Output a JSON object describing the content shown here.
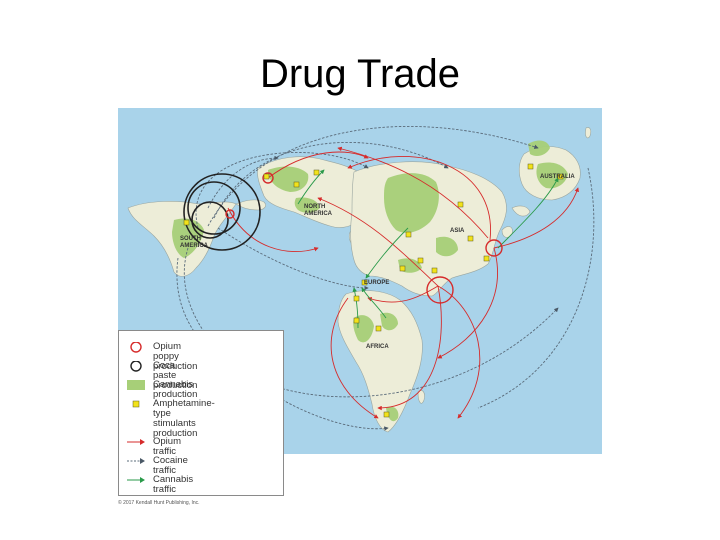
{
  "slide": {
    "title": "Drug Trade"
  },
  "map": {
    "region_labels": {
      "south_america": "SOUTH\nAMERICA",
      "north_america": "NORTH\nAMERICA",
      "asia": "ASIA",
      "europe": "EUROPE",
      "africa": "AFRICA",
      "australia": "AUSTRALIA"
    },
    "colors": {
      "ocean": "#a9d3ea",
      "land": "#ededd8",
      "cannabis": "#a7cf78",
      "opium": "#d62b2b",
      "coca": "#222222",
      "cannabis_traffic": "#2a9a4a",
      "cocaine_traffic": "#5a6b7a",
      "amphetamine": "#f2e21a"
    }
  },
  "legend": {
    "items": [
      {
        "symbol": "red-circle",
        "label": "Opium poppy production"
      },
      {
        "symbol": "black-circle",
        "label": "Coca paste production"
      },
      {
        "symbol": "green-rect",
        "label": "Cannabis production"
      },
      {
        "symbol": "yellow-square",
        "label": "Amphetamine-type\nstimulants production"
      },
      {
        "symbol": "red-arrow",
        "label": "Opium traffic"
      },
      {
        "symbol": "gray-arrow",
        "label": "Cocaine traffic"
      },
      {
        "symbol": "green-arrow",
        "label": "Cannabis traffic"
      }
    ]
  },
  "footer": {
    "copyright": "© 2017 Kendall Hunt Publishing, Inc."
  }
}
